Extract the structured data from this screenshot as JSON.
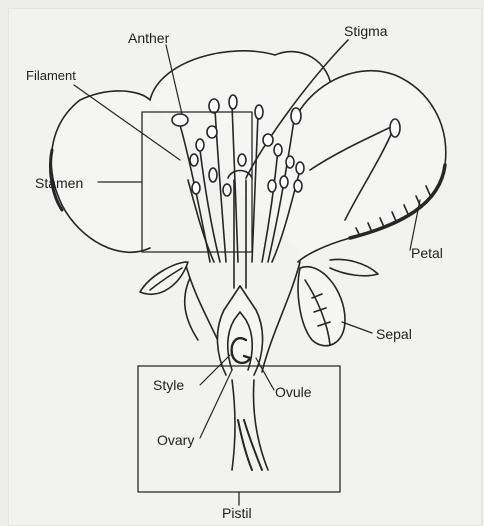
{
  "diagram": {
    "labels": {
      "anther": "Anther",
      "stigma": "Stigma",
      "filament": "Filament",
      "stamen": "Stamen",
      "petal": "Petal",
      "sepal": "Sepal",
      "style": "Style",
      "ovule": "Ovule",
      "ovary": "Ovary",
      "pistil": "Pistil"
    },
    "colors": {
      "ink": "#262626",
      "paper": "#f2f2f0"
    }
  }
}
